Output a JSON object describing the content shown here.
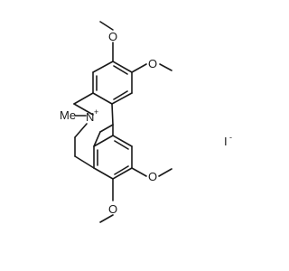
{
  "structure": {
    "labels": {
      "o1": "O",
      "o2": "O",
      "o3": "O",
      "o4": "O",
      "n": "N",
      "n_charge": "+",
      "methyl": "Me",
      "iodide": "I",
      "iodide_charge": "-"
    }
  }
}
